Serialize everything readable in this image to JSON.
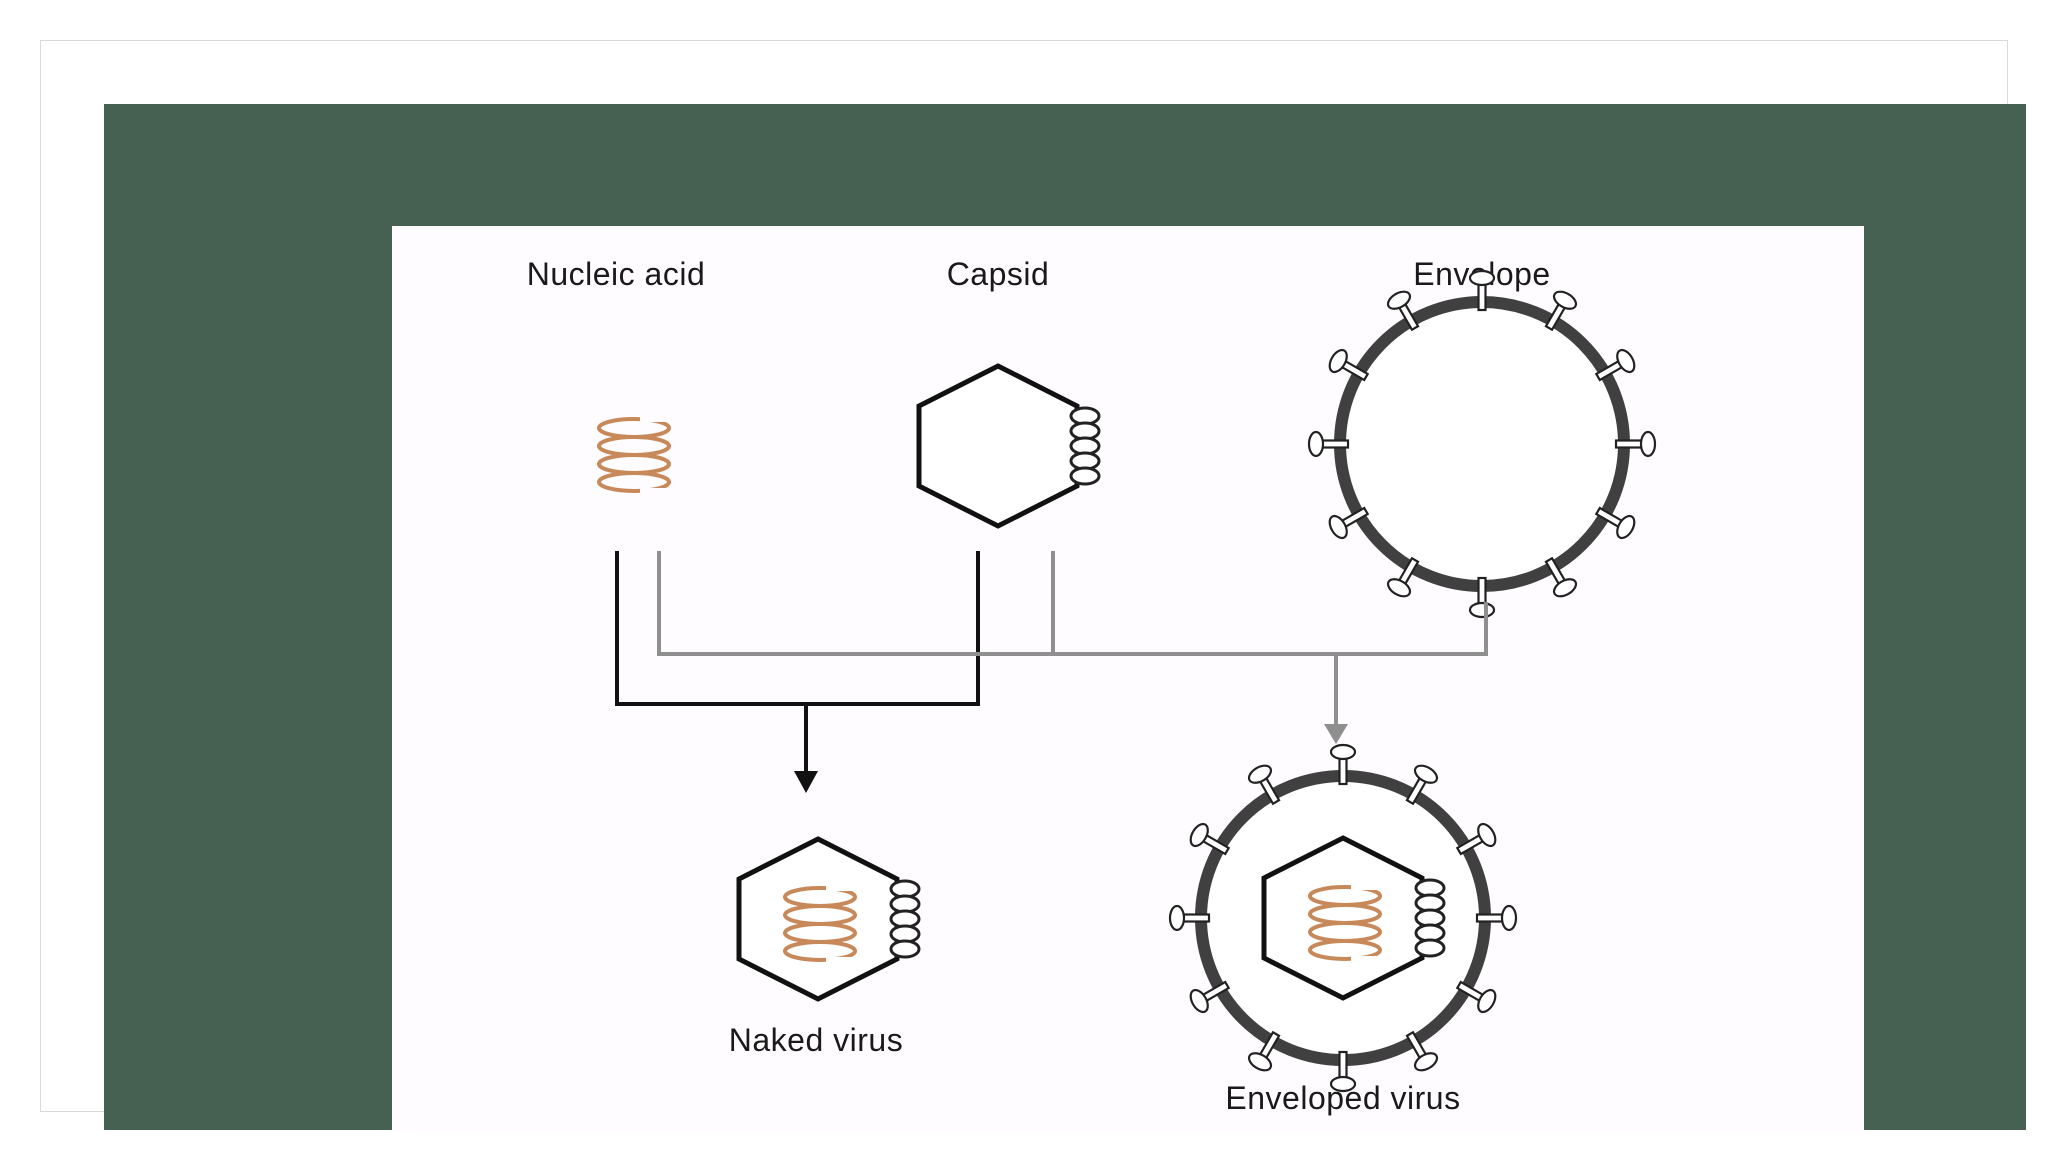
{
  "diagram": {
    "labels": {
      "nucleic_acid": "Nucleic acid",
      "capsid": "Capsid",
      "envelope": "Envelope",
      "naked_virus": "Naked virus",
      "enveloped_virus": "Enveloped virus"
    },
    "colors": {
      "slide_background": "#466052",
      "figure_background": "#fefcfe",
      "nucleic_acid": "#c8895a",
      "outline": "#111111",
      "envelope_ring": "#404040",
      "grey_path": "#8f8f8f"
    }
  }
}
